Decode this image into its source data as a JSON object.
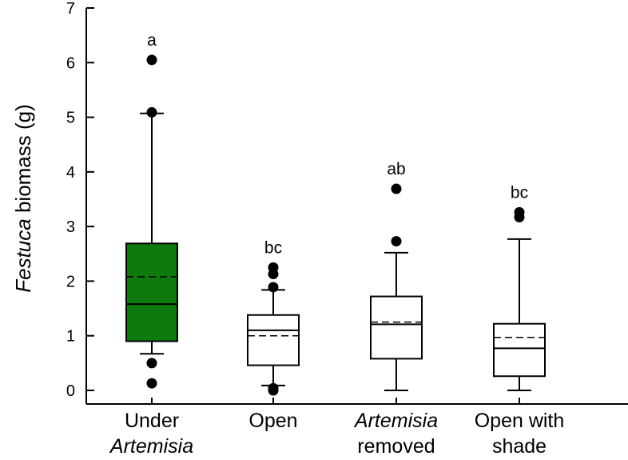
{
  "chart_data": {
    "type": "box",
    "title": "",
    "ylabel_italic": "Festuca",
    "ylabel_rest": " biomass (g)",
    "ylim": [
      0,
      7
    ],
    "yticks": [
      0,
      1,
      2,
      3,
      4,
      5,
      6,
      7
    ],
    "grid": false,
    "legend": "none",
    "categories": [
      {
        "label_line1": "Under",
        "label_line1_italic": false,
        "label_line2": "Artemisia",
        "label_line2_italic": true,
        "letter": "a",
        "fill": "#0d7a0d",
        "whisker_low": 0.67,
        "q1": 0.9,
        "median": 1.58,
        "mean": 2.08,
        "q3": 2.69,
        "whisker_high": 5.07,
        "outliers": [
          0.13,
          0.5,
          5.09,
          6.05
        ]
      },
      {
        "label_line1": "Open",
        "label_line1_italic": false,
        "label_line2": "",
        "label_line2_italic": false,
        "letter": "bc",
        "fill": "#ffffff",
        "whisker_low": 0.09,
        "q1": 0.46,
        "median": 1.1,
        "mean": 1.0,
        "q3": 1.38,
        "whisker_high": 1.84,
        "outliers": [
          0.0,
          0.04,
          1.89,
          2.13,
          2.25
        ]
      },
      {
        "label_line1": "Artemisia",
        "label_line1_italic": true,
        "label_line2": "removed",
        "label_line2_italic": false,
        "letter": "ab",
        "fill": "#ffffff",
        "whisker_low": 0.0,
        "q1": 0.58,
        "median": 1.21,
        "mean": 1.25,
        "q3": 1.72,
        "whisker_high": 2.52,
        "outliers": [
          2.73,
          3.69
        ]
      },
      {
        "label_line1": "Open with",
        "label_line1_italic": false,
        "label_line2": "shade",
        "label_line2_italic": false,
        "letter": "bc",
        "fill": "#ffffff",
        "whisker_low": 0.0,
        "q1": 0.26,
        "median": 0.77,
        "mean": 0.97,
        "q3": 1.22,
        "whisker_high": 2.77,
        "outliers": [
          3.17,
          3.26
        ]
      }
    ]
  }
}
